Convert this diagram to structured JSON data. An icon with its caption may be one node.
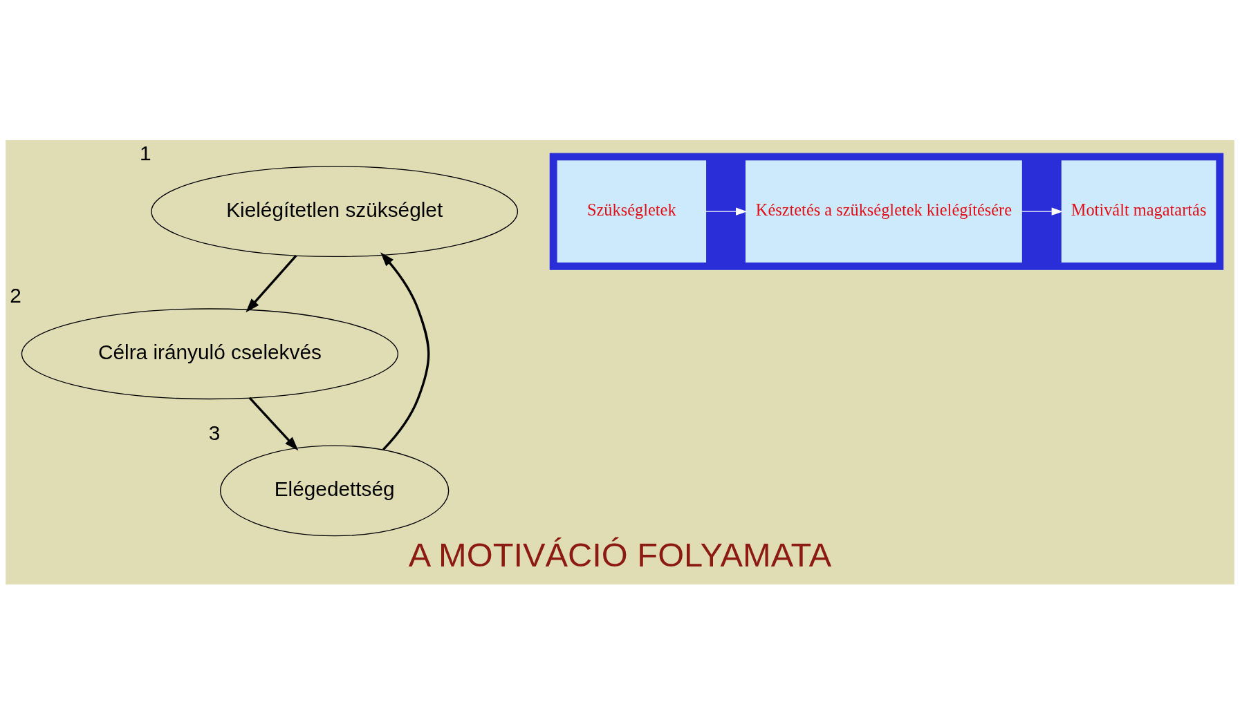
{
  "diagram": {
    "title": "A MOTIVÁCIÓ FOLYAMATA",
    "nodes": [
      {
        "text": [
          "Kielégítetlen szükséglet"
        ],
        "beside": [
          "1"
        ]
      },
      {
        "text": [],
        "shape": "box"
      },
      {
        "text": [
          "Szükségletek"
        ],
        "in": 1
      },
      {
        "text": [
          "Késztetés a szükségletek kielégítésére"
        ],
        "in": 1
      },
      {
        "text": [
          "Motivált magatartás"
        ],
        "in": 1
      },
      {
        "text": [
          "Célra irányuló cselekvés"
        ],
        "beside": [
          "2"
        ]
      },
      {
        "text": [
          "Elégedettség"
        ],
        "beside": [
          "3"
        ]
      }
    ],
    "edges": [
      {
        "from": 0,
        "to": 5,
        "arrow": "to"
      },
      {
        "from": 5,
        "to": 6,
        "arrow": "to"
      },
      {
        "from": 6,
        "to": 0,
        "arrow": "to"
      },
      {
        "from": 2,
        "to": 3,
        "arrow": "to",
        "color": "#ffffff"
      },
      {
        "from": 3,
        "to": 4,
        "arrow": "to",
        "color": "#ffffff"
      }
    ]
  }
}
